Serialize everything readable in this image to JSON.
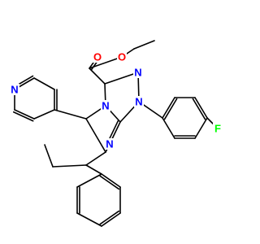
{
  "molecule": {
    "atom_labels": {
      "pyridine_n": "N",
      "ester_o_carbonyl": "O",
      "ester_o_ether": "O",
      "triazole_n1": "N",
      "triazole_n2": "N",
      "triazole_n3": "N",
      "pyrimidine_n": "N",
      "fluorine": "F"
    },
    "colors": {
      "bond": "#000000",
      "nitrogen": "#0000ff",
      "oxygen": "#ff0000",
      "fluorine": "#00ff00"
    }
  }
}
